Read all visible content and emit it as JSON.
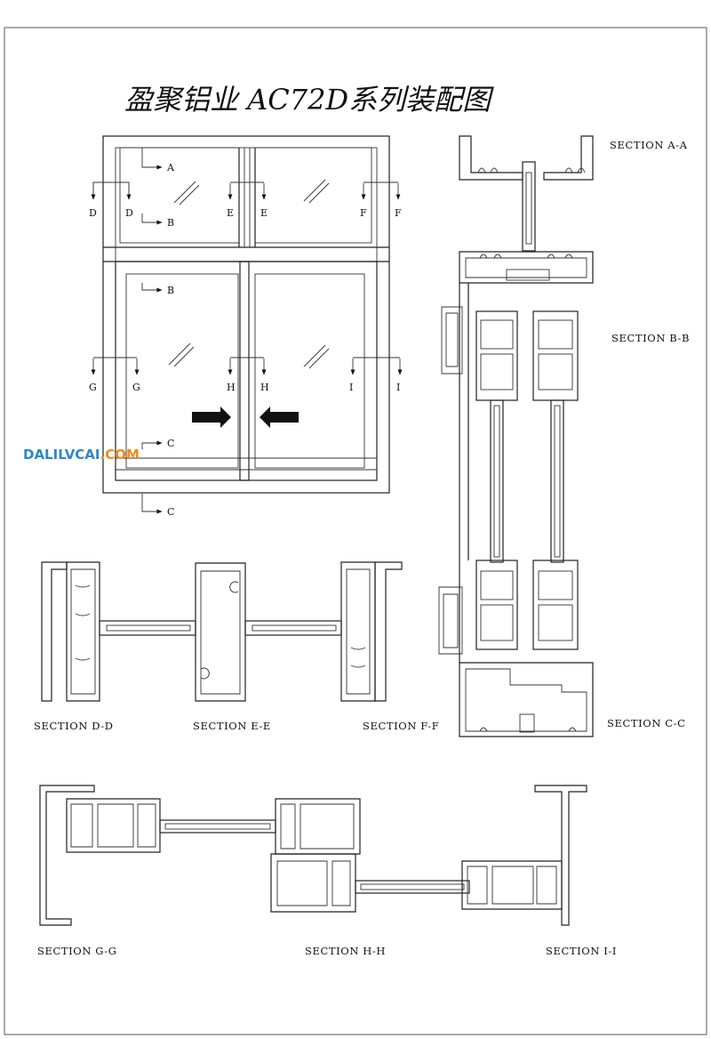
{
  "title": "盈聚铝业    AC72D系列装配图",
  "watermark": {
    "part1": "DALILVCAI",
    "part2": ".COM",
    "color1": "#2f86c9",
    "color2": "#f08a1c"
  },
  "markers": {
    "A": "A",
    "B": "B",
    "C": "C",
    "D": "D",
    "E": "E",
    "F": "F",
    "G": "G",
    "H": "H",
    "I": "I"
  },
  "sections": {
    "aa": "SECTION A-A",
    "bb": "SECTION B-B",
    "cc": "SECTION C-C",
    "dd": "SECTION D-D",
    "ee": "SECTION E-E",
    "ff": "SECTION F-F",
    "gg": "SECTION G-G",
    "hh": "SECTION H-H",
    "ii": "SECTION I-I"
  }
}
